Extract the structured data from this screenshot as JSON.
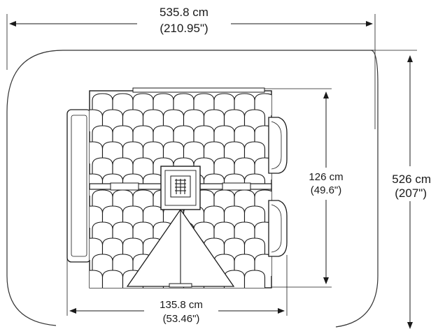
{
  "dimensions": {
    "overall_width": {
      "metric": "535.8 cm",
      "imperial": "(210.95\")"
    },
    "overall_depth": {
      "metric": "526 cm",
      "imperial": "(207\")"
    },
    "unit_depth": {
      "metric": "126 cm",
      "imperial": "(49.6\")"
    },
    "unit_width": {
      "metric": "135.8 cm",
      "imperial": "(53.46\")"
    }
  },
  "colors": {
    "line": "#1a1a1a",
    "roof_fill": "#ffffff",
    "safety_zone": "#333333"
  }
}
